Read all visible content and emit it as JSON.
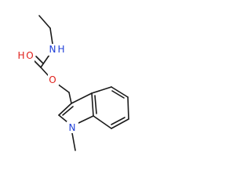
{
  "molecule": {
    "atoms": {
      "n_amide": {
        "text": "N",
        "color": "#1f3fd8"
      },
      "h_amide": {
        "text": "H",
        "color": "#1f3fd8"
      },
      "o_carbonyl": {
        "text": "O",
        "color": "#e0201b"
      },
      "h_hydroxyl": {
        "text": "H",
        "color": "#e0201b"
      },
      "o_ester": {
        "text": "O",
        "color": "#e0201b"
      },
      "n_indole": {
        "text": "N",
        "color": "#1f3fd8"
      }
    }
  }
}
